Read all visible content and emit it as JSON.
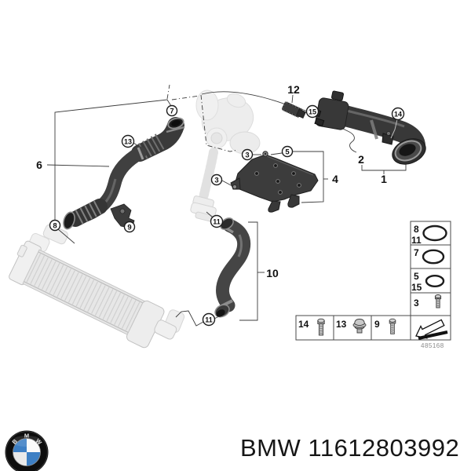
{
  "page": {
    "background": "#ffffff"
  },
  "diagram": {
    "callouts": {
      "n1": "1",
      "n2": "2",
      "n3a": "3",
      "n3b": "3",
      "n4": "4",
      "n5": "5",
      "n6": "6",
      "n7": "7",
      "n8": "8",
      "n9": "9",
      "n10": "10",
      "n11a": "11",
      "n11b": "11",
      "n12": "12",
      "n13": "13",
      "n14": "14",
      "n15": "15"
    },
    "parts": {
      "hose_left": "charge-air-hose",
      "duct_right": "charge-air-duct",
      "bracket_plate": "mounting-bracket",
      "hose_lower": "charge-air-hose-lower",
      "intercooler": "intercooler",
      "turbo_ghost": "turbocharger-reference",
      "stud": "stud-bolt"
    },
    "legend": {
      "rows": [
        {
          "labels": [
            "8",
            "11"
          ],
          "item": "o-ring-large"
        },
        {
          "labels": [
            "7"
          ],
          "item": "o-ring-medium"
        },
        {
          "labels": [
            "5",
            "15"
          ],
          "item": "o-ring-small"
        },
        {
          "labels": [
            "3"
          ],
          "item": "screw-small"
        }
      ],
      "bottom": [
        {
          "label": "14",
          "item": "hex-bolt"
        },
        {
          "label": "13",
          "item": "plastic-nut"
        },
        {
          "label": "9",
          "item": "screw"
        }
      ],
      "arrow": "direction-arrow",
      "sheet_code": "485168"
    },
    "colors": {
      "part_dark": "#3a3a3a",
      "ghost": "#ececec",
      "intercooler": "#e7e7e7"
    }
  },
  "footer": {
    "brand": "BMW",
    "part_number": "11612803992",
    "logo": "bmw-roundel",
    "logo_letters": [
      "B",
      "M",
      "W"
    ],
    "logo_blue": "#3d7fc4"
  }
}
